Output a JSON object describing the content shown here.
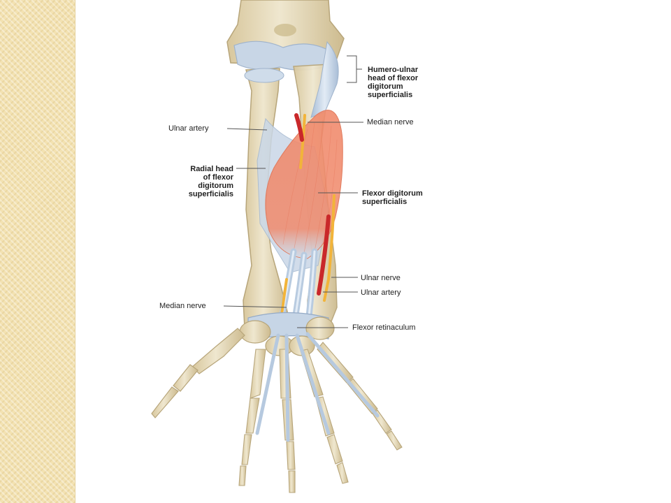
{
  "labels": {
    "humero_ulnar": [
      "Humero-ulnar",
      "head of flexor",
      "digitorum",
      "superficialis"
    ],
    "median_nerve_upper": "Median nerve",
    "ulnar_artery_left": "Ulnar artery",
    "radial_head": [
      "Radial head",
      "of flexor",
      "digitorum",
      "superficialis"
    ],
    "fds": [
      "Flexor digitorum",
      "superficialis"
    ],
    "ulnar_nerve": "Ulnar nerve",
    "ulnar_artery_right": "Ulnar artery",
    "median_nerve_lower": "Median nerve",
    "flexor_retinaculum": "Flexor retinaculum"
  },
  "colors": {
    "bone": "#e9dfc3",
    "bone_shade": "#c9b88c",
    "tendon": "#b9cbe0",
    "tendon_light": "#dce7f2",
    "muscle": "#f0876b",
    "muscle_light": "#f7b8a2",
    "nerve": "#f2b43a",
    "artery": "#c9282a",
    "side_band": "#f3e2b2"
  }
}
